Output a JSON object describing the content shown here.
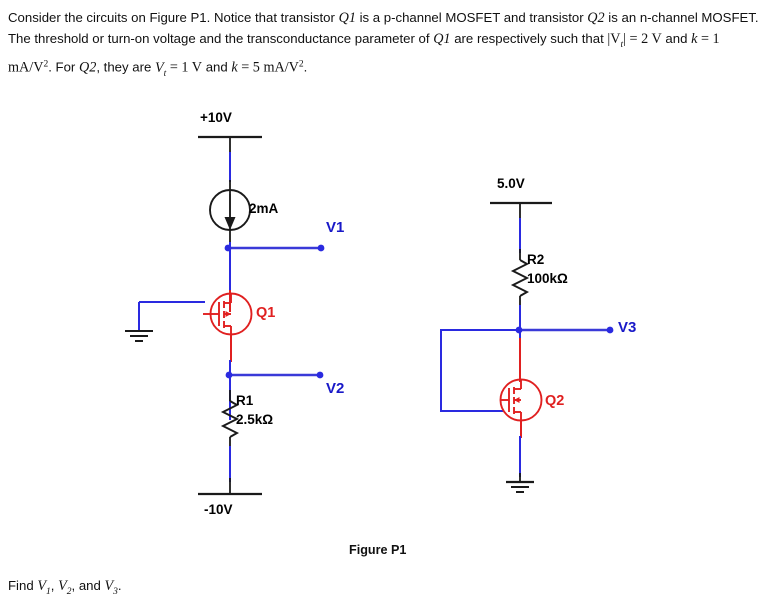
{
  "problem": {
    "line1_a": "Consider the circuits on Figure P1. Notice that transistor ",
    "q1_a": "Q1",
    "line1_b": " is a p-channel MOSFET and transistor ",
    "q2_a": "Q2",
    "line1_c": " is",
    "line2_a": "an n-channel MOSFET. The threshold or turn-on voltage and the transconductance parameter of ",
    "q1_b": "Q1",
    "line2_b": " are",
    "line3_a": "respectively such that ",
    "abs_vt": "|V",
    "vt_sub": "t",
    "abs_vt_close": "|",
    "eq1": " = 2 V",
    "and1": " and ",
    "k1": "k",
    "eq2": " = 1 mA/V",
    "sup2_a": "2",
    "mid": ". For ",
    "q2_b": "Q2",
    "mid2": ", they are ",
    "vt2": "V",
    "vt2_sub": "t",
    "eq3": " = 1 V",
    "and2": " and ",
    "k2": "k",
    "eq4": " = 5 mA/V",
    "sup2_b": "2",
    "period": "."
  },
  "figure": {
    "caption": "Figure P1",
    "colors": {
      "wire_blue": "#2a2ae0",
      "device_red": "#e02020",
      "wire_black": "#1a1a1a",
      "label_blue": "#1919c8",
      "label_red": "#e02020"
    },
    "circuit_left": {
      "supply_top_label": "+10V",
      "supply_bottom_label": "-10V",
      "current_source_label": "2mA",
      "transistor_label": "Q1",
      "transistor_type": "p-channel MOSFET",
      "resistor_name": "R1",
      "resistor_value": "2.5kΩ",
      "node_v1_label": "V1",
      "node_v2_label": "V2",
      "ground_symbol": "ground-icon"
    },
    "circuit_right": {
      "supply_top_label": "5.0V",
      "resistor_name": "R2",
      "resistor_value": "100kΩ",
      "transistor_label": "Q2",
      "transistor_type": "n-channel MOSFET",
      "node_v3_label": "V3",
      "ground_symbol": "ground-icon"
    }
  },
  "question": {
    "find_prefix": "Find ",
    "v1": "V",
    "v1_sub": "1",
    "sep1": ", ",
    "v2": "V",
    "v2_sub": "2",
    "sep2": ", and ",
    "v3": "V",
    "v3_sub": "3",
    "period": "."
  }
}
